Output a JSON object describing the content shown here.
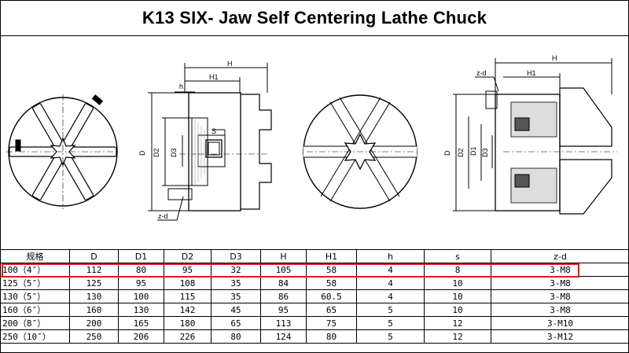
{
  "title": "K13 SIX- Jaw Self Centering Lathe Chuck",
  "highlight_color": "#e0191e",
  "drawing_labels": {
    "H": "H",
    "H1": "H1",
    "h": "h",
    "S": "S",
    "D": "D",
    "D2": "D2",
    "D3": "D3",
    "D1": "D1",
    "zd": "z-d"
  },
  "table": {
    "headers": [
      "规格",
      "D",
      "D1",
      "D2",
      "D3",
      "H",
      "H1",
      "h",
      "s",
      "z-d"
    ],
    "rows": [
      [
        "100（4″）",
        "112",
        "80",
        "95",
        "32",
        "105",
        "58",
        "4",
        "8",
        "3-M8"
      ],
      [
        "125（5″）",
        "125",
        "95",
        "108",
        "35",
        "84",
        "58",
        "4",
        "10",
        "3-M8"
      ],
      [
        "130（5″）",
        "130",
        "100",
        "115",
        "35",
        "86",
        "60.5",
        "4",
        "10",
        "3-M8"
      ],
      [
        "160（6″）",
        "160",
        "130",
        "142",
        "45",
        "95",
        "65",
        "5",
        "10",
        "3-M8"
      ],
      [
        "200（8″）",
        "200",
        "165",
        "180",
        "65",
        "113",
        "75",
        "5",
        "12",
        "3-M10"
      ],
      [
        "250（10″）",
        "250",
        "206",
        "226",
        "80",
        "124",
        "80",
        "5",
        "12",
        "3-M12"
      ]
    ]
  }
}
